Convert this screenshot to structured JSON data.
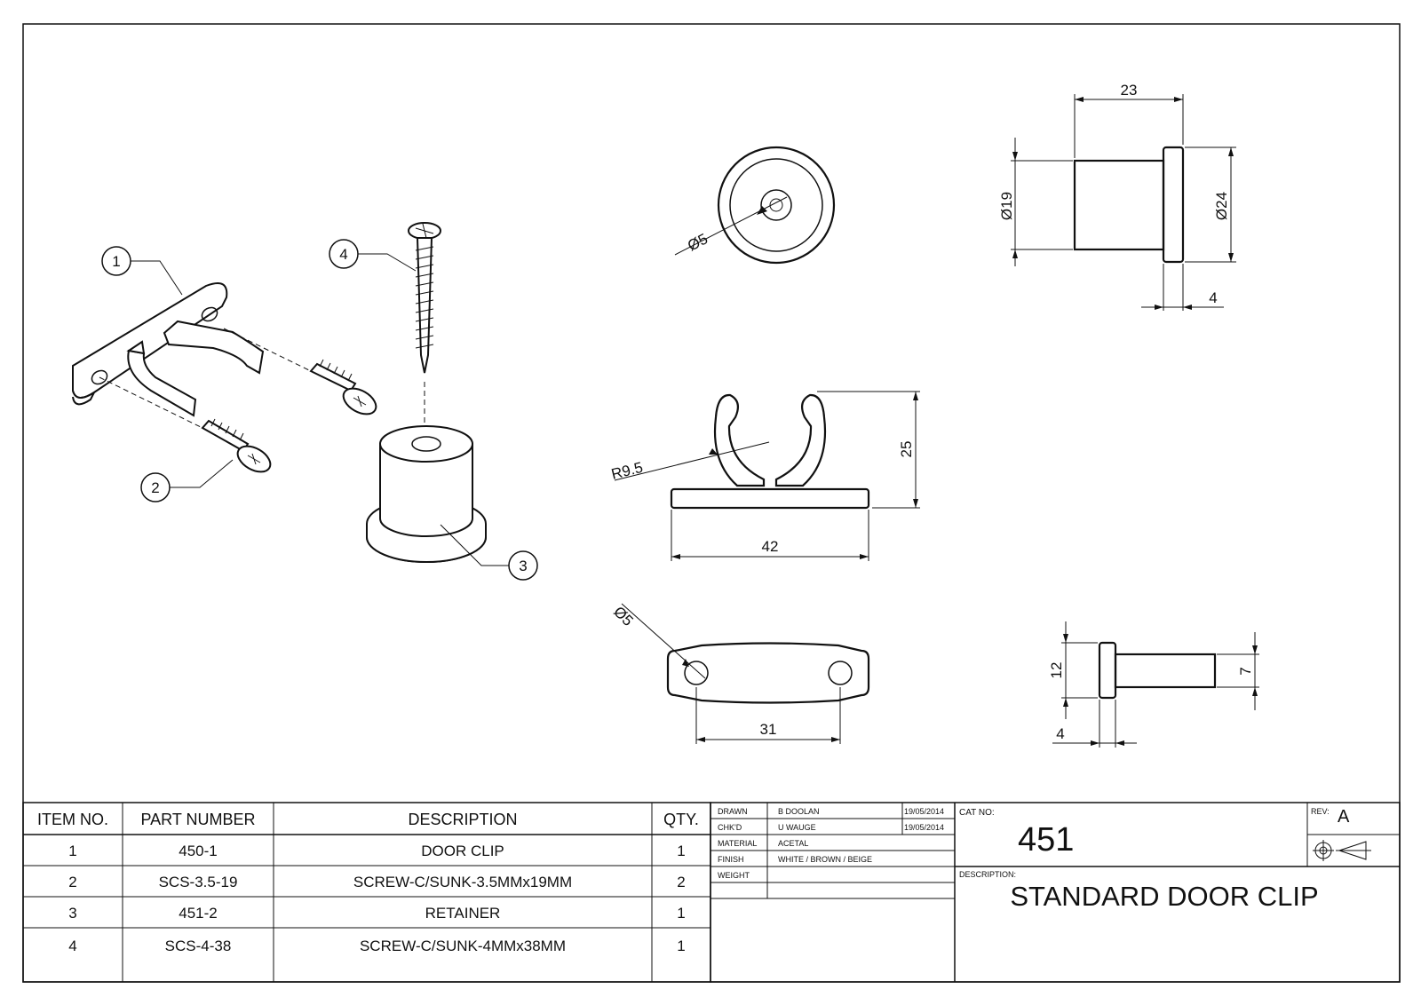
{
  "bom": {
    "headers": {
      "item": "ITEM NO.",
      "part": "PART NUMBER",
      "desc": "DESCRIPTION",
      "qty": "QTY."
    },
    "rows": [
      {
        "item": "1",
        "part": "450-1",
        "desc": "DOOR CLIP",
        "qty": "1"
      },
      {
        "item": "2",
        "part": "SCS-3.5-19",
        "desc": "SCREW-C/SUNK-3.5MMx19MM",
        "qty": "2"
      },
      {
        "item": "3",
        "part": "451-2",
        "desc": "RETAINER",
        "qty": "1"
      },
      {
        "item": "4",
        "part": "SCS-4-38",
        "desc": "SCREW-C/SUNK-4MMx38MM",
        "qty": "1"
      }
    ]
  },
  "title_block": {
    "drawn_label": "DRAWN",
    "drawn_by": "B DOOLAN",
    "drawn_date": "19/05/2014",
    "checked_label": "CHK'D",
    "checked_by": "U WAUGE",
    "checked_date": "19/05/2014",
    "material_label": "MATERIAL",
    "material": "ACETAL",
    "finish_label": "FINISH",
    "finish": "WHITE / BROWN / BEIGE",
    "weight_label": "WEIGHT",
    "weight": "",
    "cat_no_label": "CAT NO:",
    "cat_no": "451",
    "rev_label": "REV:",
    "rev": "A",
    "description_label": "DESCRIPTION:",
    "description": "STANDARD DOOR CLIP"
  },
  "balloons": [
    "1",
    "2",
    "3",
    "4"
  ],
  "dimensions": {
    "top_view_hole": "Ø5",
    "side_length": "23",
    "side_shank_dia": "Ø19",
    "side_flange_dia": "Ø24",
    "side_flange_thk": "4",
    "clip_radius": "R9.5",
    "clip_height": "25",
    "clip_width": "42",
    "base_hole": "Ø5",
    "base_hole_spacing": "31",
    "small_flange": "12",
    "small_shank": "7",
    "small_flange_thk": "4"
  }
}
